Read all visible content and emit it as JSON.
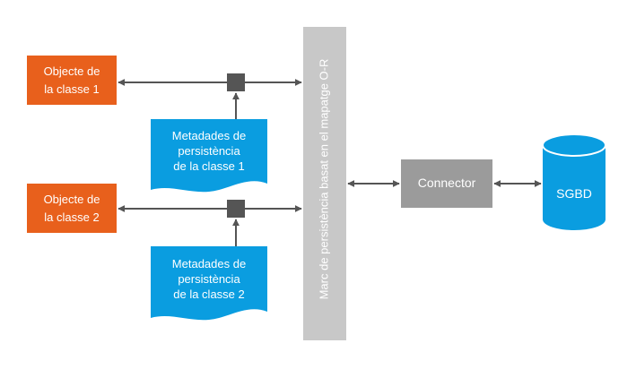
{
  "diagram": {
    "class1": {
      "line1": "Objecte de",
      "line2": "la classe 1"
    },
    "class2": {
      "line1": "Objecte de",
      "line2": "la classe 2"
    },
    "meta1": {
      "line1": "Metadades de",
      "line2": "persistència",
      "line3": "de la classe 1"
    },
    "meta2": {
      "line1": "Metadades de",
      "line2": "persistència",
      "line3": "de la classe 2"
    },
    "framework": "Marc de persistència basat en el mapatge O-R",
    "connector": "Connector",
    "db": "SGBD"
  },
  "colors": {
    "object_box": "#e8601c",
    "metadata_doc": "#0a9de0",
    "framework_bar": "#c8c8c8",
    "connector_box": "#9b9b9b",
    "database": "#0a9de0",
    "arrow": "#555555",
    "junction": "#555555"
  }
}
